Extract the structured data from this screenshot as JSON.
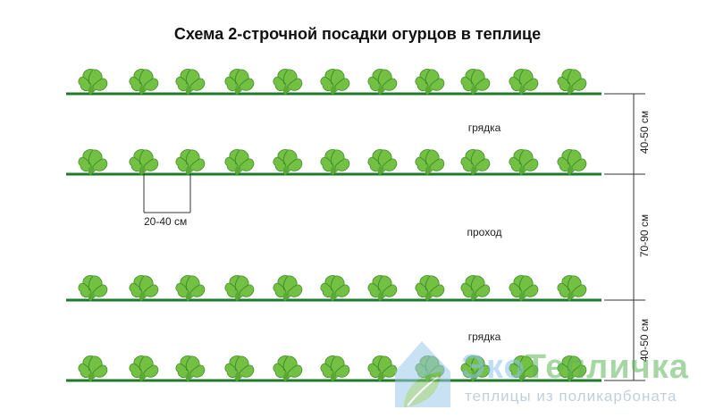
{
  "title": "Схема 2-строчной посадки огурцов в теплице",
  "labels": {
    "bed_top": "грядка",
    "aisle": "проход",
    "bed_bottom": "грядка"
  },
  "dimensions": {
    "bed_width_top": "40-50 см",
    "aisle_width": "70-90 см",
    "bed_width_bottom": "40-50 см",
    "plant_spacing": "20-40 см"
  },
  "rows": 4,
  "plants_per_row": 11,
  "colors": {
    "row_line": "#1f7a2a",
    "leaf_light": "#7cc94a",
    "leaf_dark": "#3f8f2c",
    "dim_line": "#333333"
  },
  "watermark": {
    "brand_part1": "Эко",
    "brand_part2": "Тепличка",
    "tagline": "теплицы из поликарбоната",
    "icon": "greenhouse-logo-icon",
    "colors": {
      "part1": "#8bc3ec",
      "part2": "#5fb55a"
    }
  }
}
